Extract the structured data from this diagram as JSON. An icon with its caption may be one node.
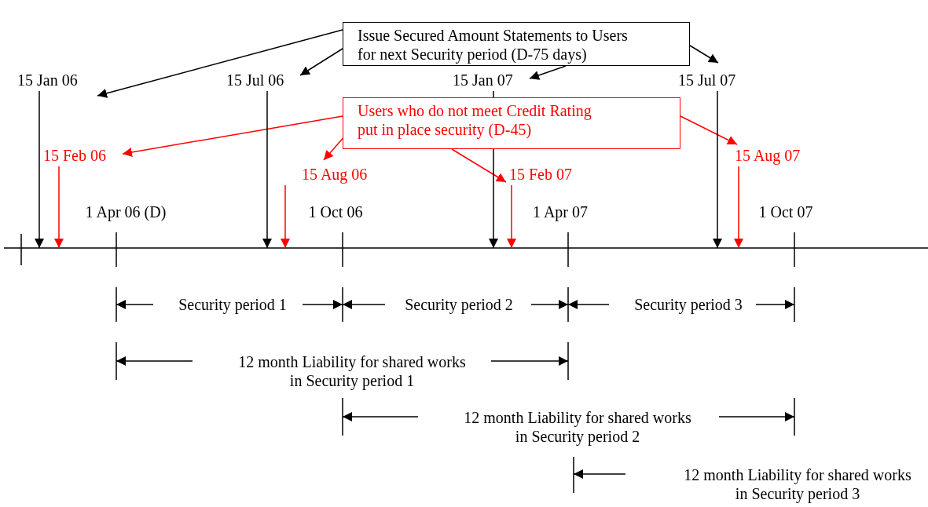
{
  "diagram": {
    "nodes": [
      {
        "text": [
          "Issue Secured Amount Statements to Users for next Security period (D-75 days)"
        ]
      },
      {
        "text": [
          "15 Jan 06"
        ]
      },
      {
        "text": [
          "15 Jul 06"
        ]
      },
      {
        "text": [
          "15 Jan 07"
        ]
      },
      {
        "text": [
          "15 Jul 07"
        ]
      },
      {
        "text": [
          "Users who do not meet Credit Rating put in place security (D-45)"
        ]
      },
      {
        "text": [
          "15 Feb 06"
        ]
      },
      {
        "text": [
          "15 Aug 06"
        ]
      },
      {
        "text": [
          "15 Feb 07"
        ]
      },
      {
        "text": [
          "15 Aug 07"
        ]
      }
    ],
    "edges": [
      {
        "from": 0,
        "to": 1,
        "arrow": "to"
      },
      {
        "from": 0,
        "to": 2,
        "arrow": "to"
      },
      {
        "from": 0,
        "to": 3,
        "arrow": "to"
      },
      {
        "from": 0,
        "to": 4,
        "arrow": "to"
      },
      {
        "from": 5,
        "to": 6,
        "arrow": "to",
        "color": "#ff0000"
      },
      {
        "from": 5,
        "to": 7,
        "arrow": "to",
        "color": "#ff0000"
      },
      {
        "from": 5,
        "to": 8,
        "arrow": "to",
        "color": "#ff0000"
      },
      {
        "from": 5,
        "to": 9,
        "arrow": "to",
        "color": "#ff0000"
      },
      {
        "from": 1,
        "to": null,
        "arrow": "to"
      },
      {
        "from": 6,
        "to": null,
        "arrow": "to",
        "color": "#ff0000"
      },
      {
        "from": 2,
        "to": null,
        "arrow": "to"
      },
      {
        "from": 7,
        "to": null,
        "arrow": "to",
        "color": "#ff0000"
      },
      {
        "from": 3,
        "to": null,
        "arrow": "to"
      },
      {
        "from": 8,
        "to": null,
        "arrow": "to",
        "color": "#ff0000"
      },
      {
        "from": 4,
        "to": null,
        "arrow": "to"
      },
      {
        "from": 9,
        "to": null,
        "arrow": "to",
        "color": "#ff0000"
      }
    ],
    "labels": [
      "1 Apr 06 (D)",
      "1 Oct 06",
      "1 Apr 07",
      "1 Oct 07",
      "Security period 1",
      "Security period 2",
      "Security period 3",
      "12 month Liability for shared works in Security period 1",
      "12 month Liability for shared works in Security period 2",
      "12 month Liability for shared works in Security period 3"
    ]
  }
}
